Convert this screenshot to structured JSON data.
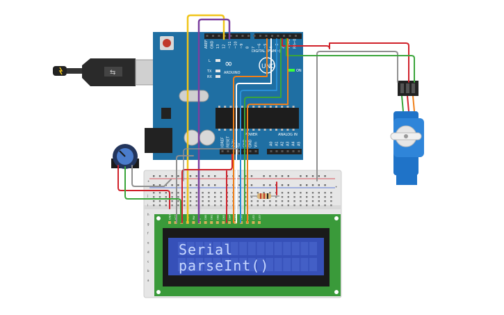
{
  "arduino": {
    "brand": "ARDUINO",
    "model": "UNO",
    "on_label": "ON",
    "digital_label": "DIGITAL (PWM~)",
    "power_label": "POWER",
    "analog_label": "ANALOG IN",
    "top_pins": [
      "AREF",
      "GND",
      "13",
      "12",
      "~11",
      "~10",
      "~9",
      "8",
      "7",
      "~6",
      "~5",
      "4",
      "~3",
      "2",
      "TX→1",
      "RX←0"
    ],
    "power_pins": [
      "IOREF",
      "RESET",
      "3.3V",
      "5V",
      "GND",
      "GND",
      "Vin"
    ],
    "analog_pins": [
      "A0",
      "A1",
      "A2",
      "A3",
      "A4",
      "A5"
    ],
    "led_labels": [
      "L",
      "TX",
      "RX"
    ]
  },
  "lcd": {
    "line1": "Serial",
    "line2": "parseInt()",
    "pins": [
      "GND",
      "VCC",
      "V0",
      "RS",
      "RW",
      "E",
      "DB0",
      "DB1",
      "DB2",
      "DB3",
      "DB4",
      "DB5",
      "DB6",
      "DB7",
      "LED",
      "LED"
    ]
  },
  "breadboard": {
    "row_letters": [
      "j",
      "i",
      "h",
      "g",
      "f",
      "e",
      "d",
      "c",
      "b",
      "a"
    ],
    "rail_plus": "+",
    "rail_minus": "−"
  },
  "colors": {
    "board": "#1f6fa3",
    "lcd_pcb": "#3a9a3a",
    "lcd_screen": "#3650b8",
    "wire_red": "#d0212a",
    "wire_yellow": "#f0c419",
    "wire_purple": "#7b3f9e",
    "wire_orange": "#f07f18",
    "wire_blue": "#2a8fd6",
    "wire_green": "#3aa53a",
    "wire_gray": "#8f8f8f",
    "wire_white": "#ffffff",
    "servo_body": "#1f73c8"
  }
}
